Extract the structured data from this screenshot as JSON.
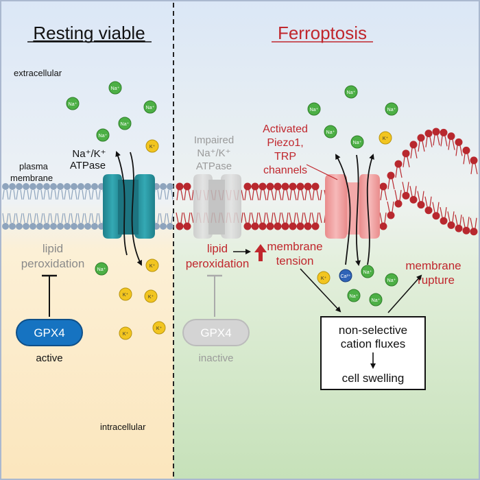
{
  "left_panel": {
    "title": "Resting viable",
    "extracellular": "extracellular",
    "intracellular": "intracellular",
    "membrane_line1": "plasma",
    "membrane_line2": "membrane",
    "pump_line1": "Na⁺/K⁺",
    "pump_line2": "ATPase",
    "lipid_line1": "lipid",
    "lipid_line2": "peroxidation",
    "enzyme": "GPX4",
    "enzyme_state": "active"
  },
  "right_panel": {
    "title": "Ferroptosis",
    "impaired_line1": "Impaired",
    "impaired_line2": "Na⁺/K⁺",
    "impaired_line3": "ATPase",
    "channel_line1": "Activated",
    "channel_line2": "Piezo1,",
    "channel_line3": "TRP",
    "channel_line4": "channels",
    "lipid_line1": "lipid",
    "lipid_line2": "peroxidation",
    "tension_line1": "membrane",
    "tension_line2": "tension",
    "rupture_line1": "membrane",
    "rupture_line2": "rupture",
    "enzyme": "GPX4",
    "enzyme_state": "inactive",
    "flux_line1": "non-selective",
    "flux_line2": "cation fluxes",
    "flux_line3": "cell swelling"
  },
  "ions": {
    "na": "Na⁺",
    "k": "K⁺",
    "ca": "Ca²⁺"
  },
  "colors": {
    "left_top": "#dbe7f6",
    "left_bottom": "#fbe9c6",
    "right_top": "#dbe7f6",
    "right_bottom": "#cfe5c4",
    "healthy_lipid": "#8ea4bd",
    "damaged_lipid": "#b8282e",
    "atpase": "#2b9aa6",
    "channel": "#f0a2a2",
    "na_ion": "#4caf45",
    "k_ion": "#f2c520",
    "ca_ion": "#2f63b7",
    "gpx4_active": "#1673c1",
    "red_text": "#c0272d"
  }
}
